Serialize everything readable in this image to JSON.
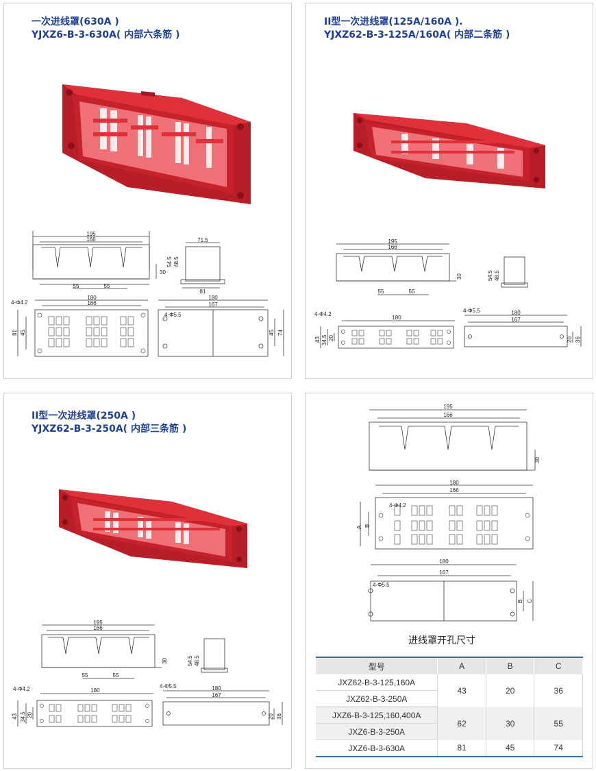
{
  "panels": {
    "p1": {
      "title_line1": "一次进线罩(630A )",
      "title_line2": "YJXZ6-B-3-630A( 内部六条筋 )"
    },
    "p2": {
      "title_line1": "II型一次进线罩(125A/160A ).",
      "title_line2": "YJXZ62-B-3-125A/160A( 内部二条筋 )"
    },
    "p3": {
      "title_line1": "II型一次进线罩(250A )",
      "title_line2": "YJXZ62-B-3-250A( 内部三条筋 )"
    },
    "p4": {
      "caption": "进线罩开孔尺寸"
    }
  },
  "dims": {
    "p1": {
      "w195": "195",
      "w166": "166",
      "w55a": "55",
      "w55b": "55",
      "h30": "30",
      "w71_5": "71.5",
      "h54_5": "54.5",
      "h48_5": "48.5",
      "w81": "81",
      "w180": "180",
      "w166b": "166",
      "hole": "4-Φ4.2",
      "h81": "81",
      "h45": "45",
      "w180b": "180",
      "w167": "167",
      "hole2": "4-Φ5.5",
      "h45b": "45",
      "h74": "74"
    },
    "p2": {
      "w195": "195",
      "w166": "166",
      "w55a": "55",
      "w55b": "55",
      "h30": "30",
      "h54_5": "54.5",
      "h48_5": "48.5",
      "hole": "4-Φ4.2",
      "w180": "180",
      "h43": "43",
      "h34_5": "34.5",
      "h20": "20",
      "hole2": "4-Φ5.5",
      "w180b": "180",
      "w167": "167",
      "h20b": "20",
      "h36": "36"
    },
    "p3": {
      "w195": "195",
      "w166": "166",
      "w55a": "55",
      "w55b": "55",
      "h30": "30",
      "h54_5": "54.5",
      "h48_5": "48.5",
      "hole": "4-Φ4.2",
      "w180": "180",
      "h43": "43",
      "h34_5": "34.5",
      "h20": "20",
      "hole2": "4-Φ5.5",
      "w180b": "180",
      "w167": "167",
      "h20b": "20",
      "h36": "36"
    },
    "p4": {
      "w195": "195",
      "w166": "166",
      "h30": "30",
      "w180": "180",
      "w166b": "166",
      "hole": "4-Φ4.2",
      "A": "A",
      "B": "B",
      "w180b": "180",
      "w167": "167",
      "hole2": "4-Φ5.5",
      "B2": "B",
      "C": "C"
    }
  },
  "spec_table": {
    "headers": [
      "型号",
      "A",
      "B",
      "C"
    ],
    "models": [
      "JXZ62-B-3-125,160A",
      "JXZ62-B-3-250A",
      "JXZ6-B-3-125,160,400A",
      "JXZ6-B-3-250A",
      "JXZ6-B-3-630A"
    ],
    "groups": [
      {
        "A": "43",
        "B": "20",
        "C": "36"
      },
      {
        "A": "62",
        "B": "30",
        "C": "55"
      },
      {
        "A": "81",
        "B": "45",
        "C": "74"
      }
    ]
  },
  "colors": {
    "title": "#1d3f9a",
    "cover_red": "#e0303a",
    "cover_dark": "#b81e28",
    "table_accent": "#2a6fba",
    "line": "#333333"
  }
}
